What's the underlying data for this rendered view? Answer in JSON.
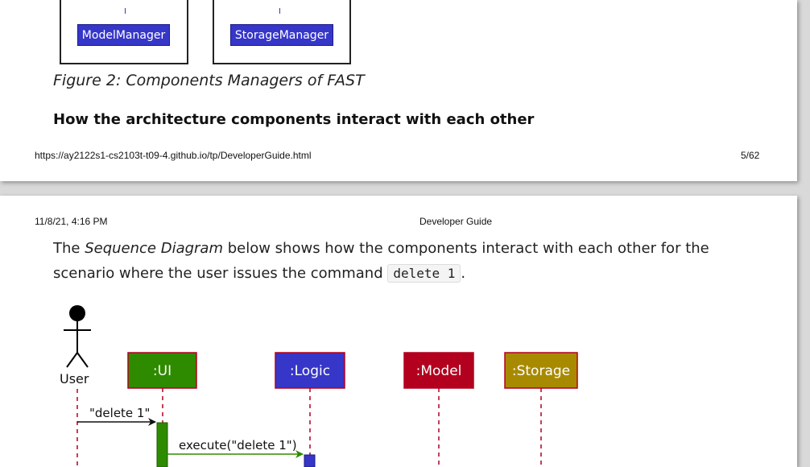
{
  "page1": {
    "diagram": {
      "model_manager": "ModelManager",
      "storage_manager": "StorageManager",
      "label_color": "#3636c8"
    },
    "caption": "Figure 2: Components Managers of FAST",
    "heading": "How the architecture components interact with each other",
    "footer": {
      "url": "https://ay2122s1-cs2103t-t09-4.github.io/tp/DeveloperGuide.html",
      "page": "5/62"
    }
  },
  "page2": {
    "header": {
      "datetime": "11/8/21, 4:16 PM",
      "title": "Developer Guide"
    },
    "intro": {
      "part1": "The ",
      "emphasis": "Sequence Diagram",
      "part2": " below shows how the components interact with each other for the scenario where the user issues the command ",
      "code": "delete 1",
      "part3": "."
    },
    "sequence": {
      "user_label": "User",
      "participants": [
        {
          "label": ":UI",
          "color": "#2e8b00"
        },
        {
          "label": ":Logic",
          "color": "#3636c8"
        },
        {
          "label": ":Model",
          "color": "#b2001e"
        },
        {
          "label": ":Storage",
          "color": "#a88a00"
        }
      ],
      "messages": [
        {
          "text": "\"delete 1\""
        },
        {
          "text": "execute(\"delete 1\")"
        }
      ]
    }
  }
}
